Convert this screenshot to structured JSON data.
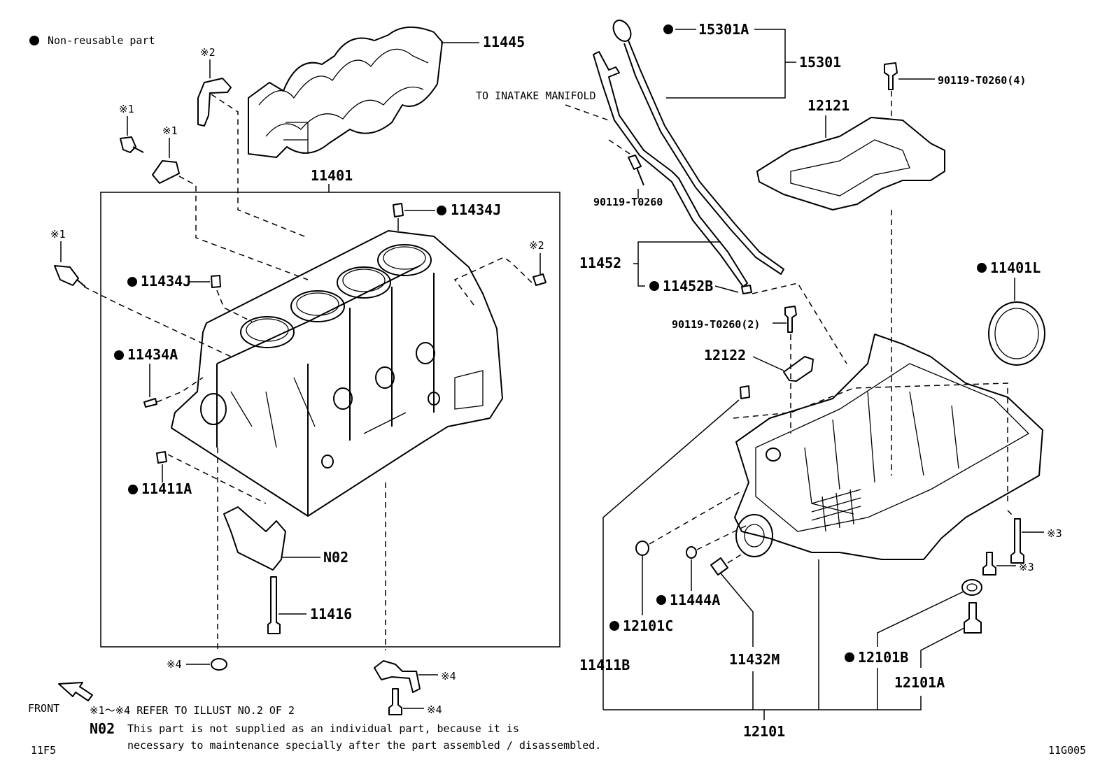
{
  "legend": {
    "bullet": "●",
    "text": "Non-reusable part"
  },
  "labels": {
    "p11445": "11445",
    "p11401": "11401",
    "p11434J_top": "11434J",
    "p11434J_left": "11434J",
    "p11434A": "11434A",
    "p11411A": "11411A",
    "pN02": "N02",
    "p11416": "11416",
    "p15301A": "15301A",
    "p15301": "15301",
    "to_intake": "TO INATAKE MANIFOLD",
    "p90119_a": "90119-T0260",
    "p90119_b": "90119-T0260(4)",
    "p90119_c": "90119-T0260(2)",
    "p12121": "12121",
    "p11452": "11452",
    "p11452B": "11452B",
    "p11401L": "11401L",
    "p12122": "12122",
    "p11444A": "11444A",
    "p12101C": "12101C",
    "p11411B": "11411B",
    "p11432M": "11432M",
    "p12101B": "12101B",
    "p12101A": "12101A",
    "p12101": "12101"
  },
  "refs": {
    "r1a": "※1",
    "r1b": "※1",
    "r1c": "※1",
    "r2a": "※2",
    "r2b": "※2",
    "r3a": "※3",
    "r3b": "※3",
    "r4a": "※4",
    "r4b": "※4",
    "r4c": "※4"
  },
  "front_label": "FRONT",
  "notes": {
    "refer": "※1～※4 REFER TO ILLUST NO.2 OF 2",
    "n02_key": "N02",
    "n02_line1": "This part is not supplied as an individual part, because it is",
    "n02_line2": "necessary to maintenance specially after the part assembled / disassembled."
  },
  "codes": {
    "left": "11F5",
    "right": "11G005"
  }
}
